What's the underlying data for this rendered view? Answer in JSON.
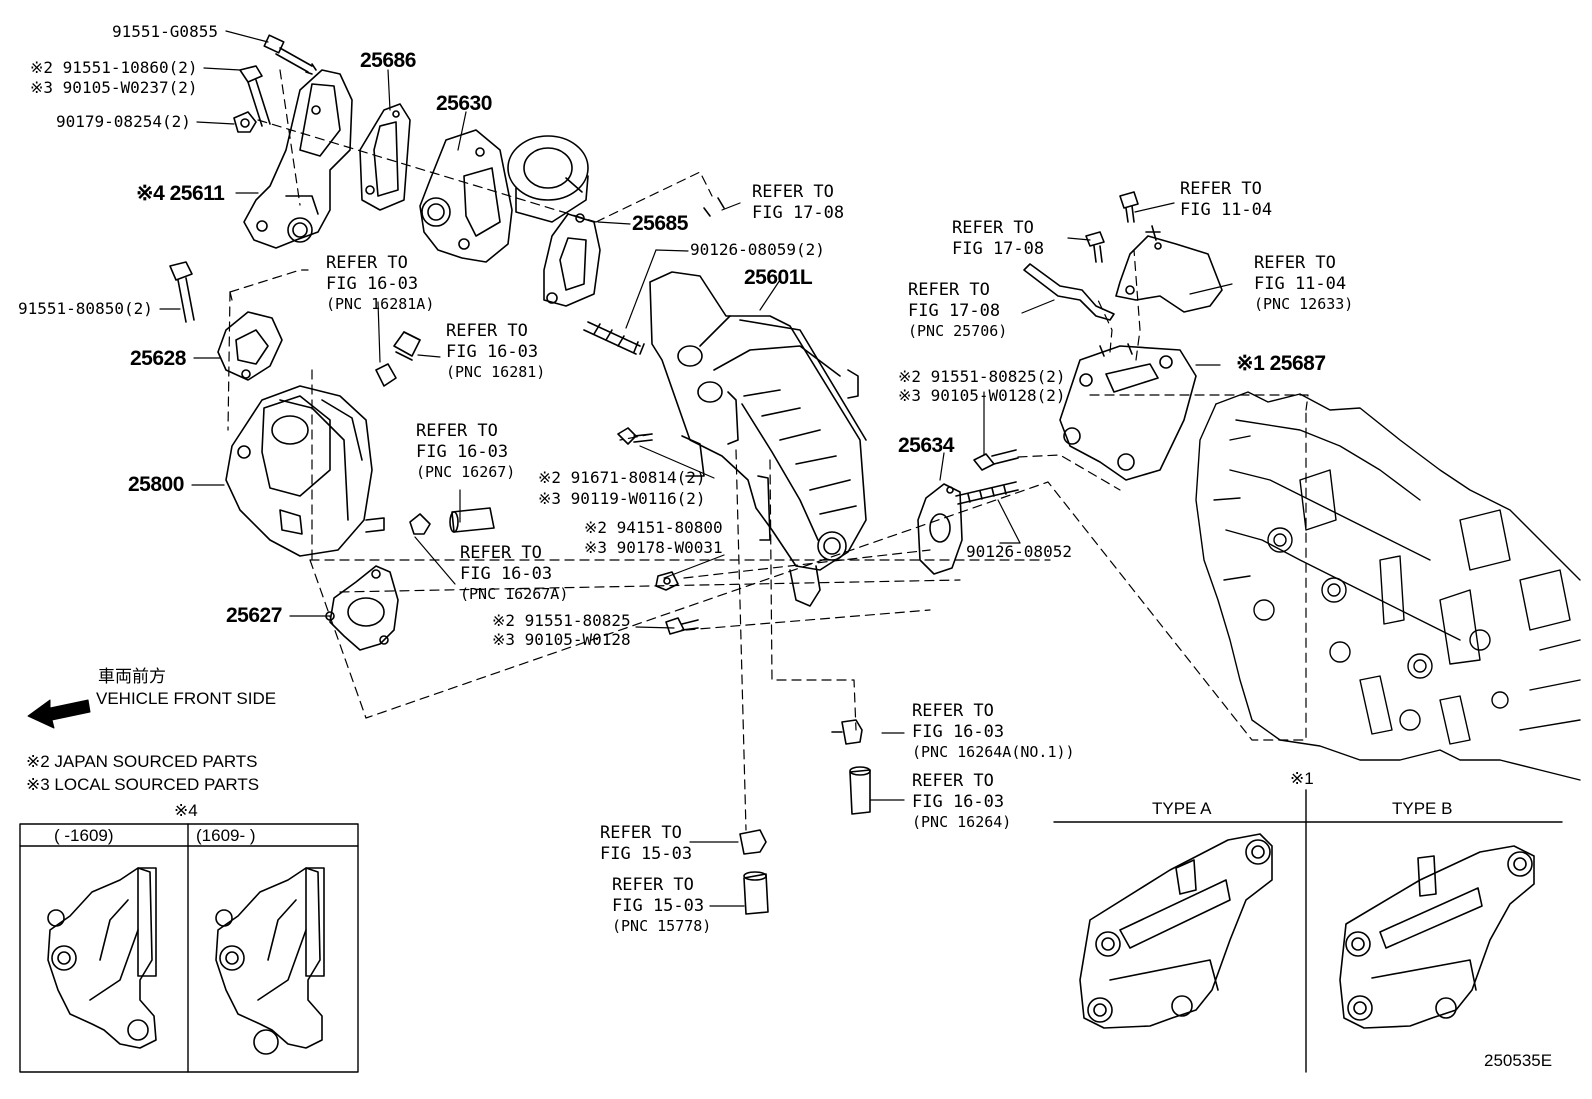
{
  "labels": {
    "p91551_g0855": "91551-G0855",
    "p91551_10860": "※2 91551-10860(2)",
    "p90105_w0237": "※3 90105-W0237(2)",
    "p90179_08254": "90179-08254(2)",
    "p25611": "※4 25611",
    "p25686": "25686",
    "p25630": "25630",
    "p25685": "25685",
    "p90126_08059": "90126-08059(2)",
    "p25601l": "25601L",
    "p91551_80850": "91551-80850(2)",
    "p25628": "25628",
    "p25800": "25800",
    "p25627": "25627",
    "p91671_80814": "※2 91671-80814(2)",
    "p90119_w0116": "※3 90119-W0116(2)",
    "p94151_80800": "※2 94151-80800",
    "p90178_w0031": "※3 90178-W0031",
    "p91551_80825a": "※2 91551-80825",
    "p90105_w0128a": "※3 90105-W0128",
    "p25634": "25634",
    "p91551_80825b": "※2 91551-80825(2)",
    "p90105_w0128b": "※3 90105-W0128(2)",
    "p90126_08052": "90126-08052",
    "p25687": "※1  25687"
  },
  "refs": {
    "fig1708_top": [
      "REFER TO",
      "FIG 17-08"
    ],
    "fig1104_top": [
      "REFER TO",
      "FIG 11-04"
    ],
    "fig1708_mid": [
      "REFER TO",
      "FIG 17-08"
    ],
    "fig1104_12633": [
      "REFER TO",
      "FIG 11-04",
      "(PNC 12633)"
    ],
    "fig1708_25706": [
      "REFER TO",
      "FIG 17-08",
      "(PNC 25706)"
    ],
    "fig1603_16281a": [
      "REFER TO",
      "FIG 16-03",
      "(PNC 16281A)"
    ],
    "fig1603_16281": [
      "REFER TO",
      "FIG 16-03",
      "(PNC 16281)"
    ],
    "fig1603_16267": [
      "REFER TO",
      "FIG 16-03",
      "(PNC 16267)"
    ],
    "fig1603_16267a": [
      "REFER TO",
      "FIG 16-03",
      "(PNC 16267A)"
    ],
    "fig1603_16264a": [
      "REFER TO",
      "FIG 16-03",
      "(PNC 16264A(NO.1))"
    ],
    "fig1603_16264": [
      "REFER TO",
      "FIG 16-03",
      "(PNC 16264)"
    ],
    "fig1503_a": [
      "REFER TO",
      "FIG 15-03"
    ],
    "fig1503_15778": [
      "REFER TO",
      "FIG 15-03",
      "(PNC 15778)"
    ]
  },
  "notes": {
    "front_jp": "車両前方",
    "front_en": "VEHICLE FRONT SIDE",
    "japan": "※2 JAPAN SOURCED PARTS",
    "local": "※3 LOCAL SOURCED PARTS",
    "mark4": "※4",
    "col_a": "(    -1609)",
    "col_b": "(1609-    )",
    "mark1": "※1",
    "type_a": "TYPE A",
    "type_b": "TYPE B",
    "code": "250535E"
  }
}
